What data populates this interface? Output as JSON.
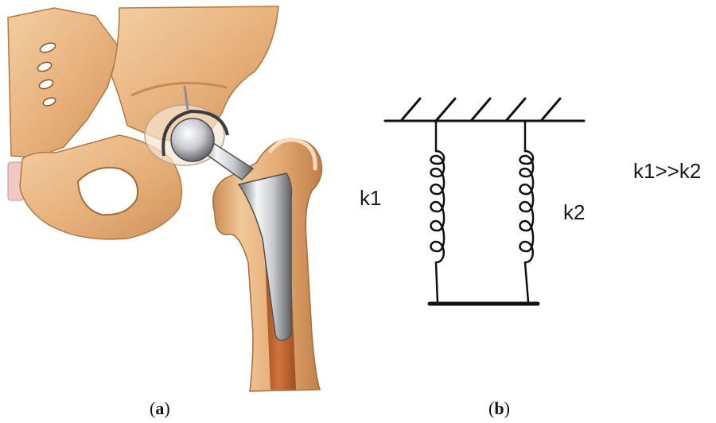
{
  "panel_a": {
    "caption_open": "(",
    "caption_letter": "a",
    "caption_close": ")"
  },
  "panel_b": {
    "caption_open": "(",
    "caption_letter": "b",
    "caption_close": ")",
    "spring_left_label": "k1",
    "spring_right_label": "k2",
    "relation_label": "k1>>k2"
  },
  "colors": {
    "bone": "#e7b07b",
    "bone_dark": "#c98a52",
    "bone_light": "#f3cfa2",
    "implant_metal": "#c9cbcf",
    "implant_shadow": "#6d6f73",
    "marrow": "#b8612e",
    "line": "#111111"
  }
}
